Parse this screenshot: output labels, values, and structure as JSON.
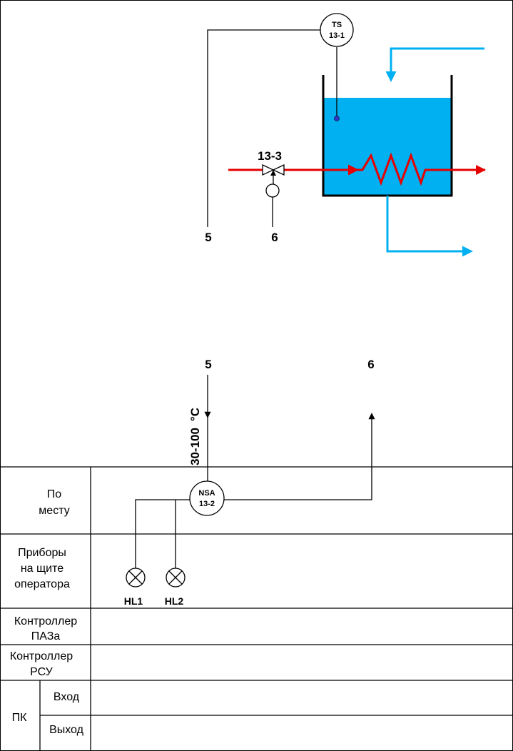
{
  "process": {
    "instrument_ts": {
      "line1": "TS",
      "line2": "13-1"
    },
    "valve_tag": "13-3",
    "line_5_top": "5",
    "line_6_top": "6"
  },
  "field": {
    "line_5": "5",
    "line_6": "6",
    "range": "30-100",
    "range_unit": "°C",
    "instrument_nsa": {
      "line1": "NSA",
      "line2": "13-2"
    },
    "lamp_1": "HL1",
    "lamp_2": "HL2"
  },
  "table": {
    "rows": {
      "local_1": "По",
      "local_2": "месту",
      "panel_1": "Приборы",
      "panel_2": "на щите",
      "panel_3": "оператора",
      "paz_1": "Контроллер",
      "paz_2": "ПАЗа",
      "rsu_1": "Контроллер",
      "rsu_2": "РСУ",
      "pc": "ПК",
      "input": "Вход",
      "output": "Выход"
    }
  },
  "colors": {
    "liquid": "#00b0f0",
    "heat": "#e60000",
    "line": "#000000",
    "flow": "#00b0f0",
    "sensor": "#3333cc"
  }
}
